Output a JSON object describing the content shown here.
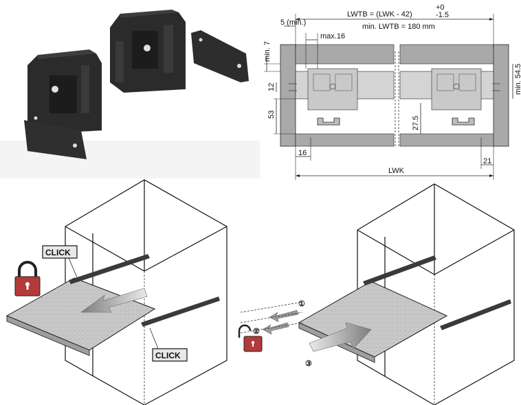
{
  "dimensions": {
    "formula_top": "LWTB = (LWK - 42)",
    "tol_plus": "+0",
    "tol_minus": "-1.5",
    "min_lwtb": "min. LWTB = 180 mm",
    "five_min": "5 (min.)",
    "max16": "max.16",
    "min7": "min. 7",
    "d12": "12",
    "d53": "53",
    "d27_5": "27.5",
    "min54_5": "min. 54.5",
    "d16": "16",
    "d21": "21",
    "lwk": "LWK"
  },
  "labels": {
    "click1": "CLICK",
    "click2": "CLICK",
    "step1": "①",
    "step2": "②",
    "step3": "③"
  },
  "colors": {
    "panel_gray": "#a9a9a9",
    "light_gray": "#d4d4d4",
    "part_dark": "#2b2b2b",
    "lock_red": "#b33a3a",
    "arrow_gray": "#9a9a9a"
  },
  "icons": [
    "lock-closed-icon",
    "lock-open-icon"
  ]
}
